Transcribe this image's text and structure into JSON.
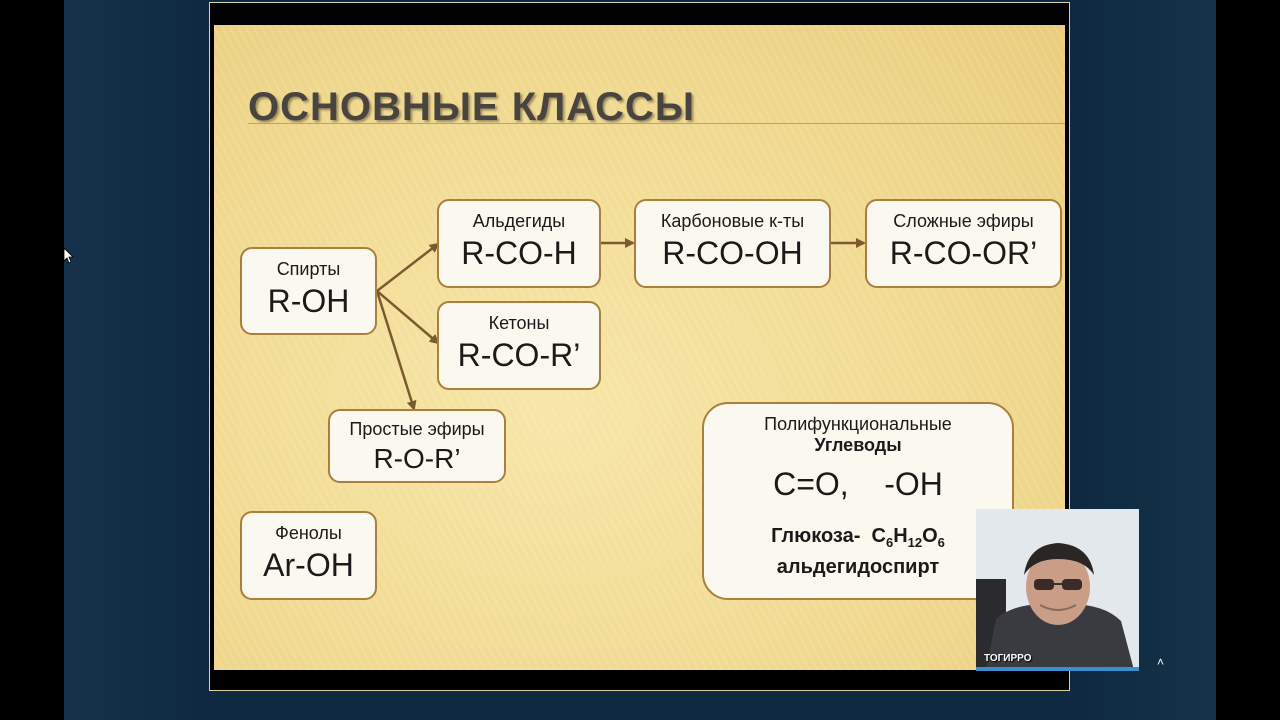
{
  "slide": {
    "title": "ОСНОВНЫЕ КЛАССЫ",
    "boxes": {
      "alcohols": {
        "label": "Спирты",
        "formula": "R-OH"
      },
      "aldehydes": {
        "label": "Альдегиды",
        "formula": "R-CO-H"
      },
      "carboxylic": {
        "label": "Карбоновые к-ты",
        "formula": "R-CO-OH"
      },
      "esters": {
        "label": "Сложные эфиры",
        "formula": "R-CO-OR’"
      },
      "ketones": {
        "label": "Кетоны",
        "formula": "R-CO-R’"
      },
      "ethers": {
        "label": "Простые эфиры",
        "formula": "R-O-R’"
      },
      "phenols": {
        "label": "Фенолы",
        "formula": "Ar-OH"
      },
      "polyfunctional": {
        "label": "Полифункциональные",
        "subtitle": "Углеводы",
        "formula": "C=O,    -OH",
        "glucose_name": "Глюкоза-",
        "glucose_c": "C",
        "glucose_c_n": "6",
        "glucose_h": "H",
        "glucose_h_n": "12",
        "glucose_o": "O",
        "glucose_o_n": "6",
        "note": "альдегидоспирт"
      }
    }
  },
  "webcam": {
    "label": "ТОГИРРО"
  },
  "colors": {
    "box_border": "#a9803b",
    "arrow": "#7a5a2e",
    "slide_bg": "#f2dc95",
    "title": "#4a4440"
  }
}
